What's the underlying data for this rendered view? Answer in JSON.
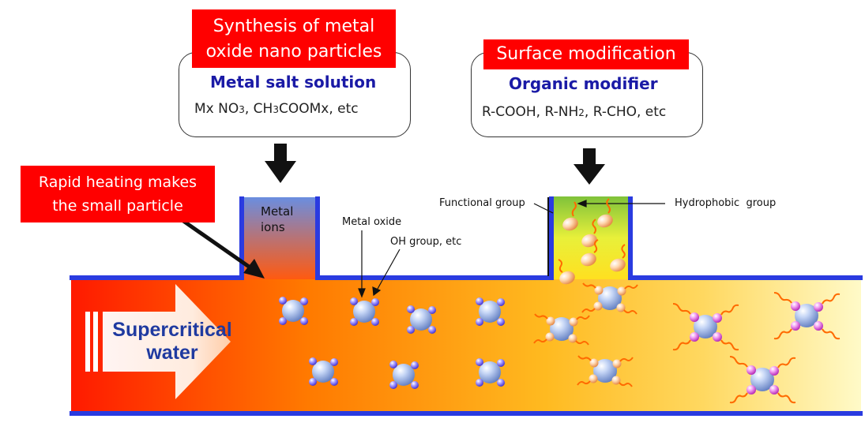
{
  "boxes": {
    "synthesis": {
      "title_line1": "Synthesis of metal",
      "title_line2": "oxide nano particles",
      "subtitle": "Metal salt solution",
      "formula": {
        "p1": "Mx NO",
        "s1": "3",
        "p2": ", CH",
        "s2": "3",
        "p3": "COOMx, etc"
      }
    },
    "surface": {
      "title": "Surface modification",
      "subtitle": "Organic modifier",
      "formula": {
        "p1": "R-COOH, R-NH",
        "s1": "2",
        "p2": ", R-CHO, etc"
      }
    },
    "rapid": {
      "line1": "Rapid heating makes",
      "line2": "the small particle"
    }
  },
  "labels": {
    "metal_ions_1": "Metal",
    "metal_ions_2": "ions",
    "metal_oxide": "Metal oxide",
    "oh_group": "OH group, etc",
    "functional_group": "Functional group",
    "hydrophobic_group": "Hydrophobic  group",
    "supercritical_1": "Supercritical",
    "supercritical_2": "water"
  },
  "colors": {
    "red_label": "#ff0000",
    "title_blue": "#1a1aa6",
    "pipe_blue": "#2a3be0",
    "flow_red": "#ff1a00",
    "flow_orange": "#ff9a00",
    "flow_yellow": "#fff6b0",
    "particle": "#9fb8e8",
    "oh_tip": "#7a6cf0",
    "modifier_tip": "#e060e0",
    "chain": "#ff6a00"
  }
}
